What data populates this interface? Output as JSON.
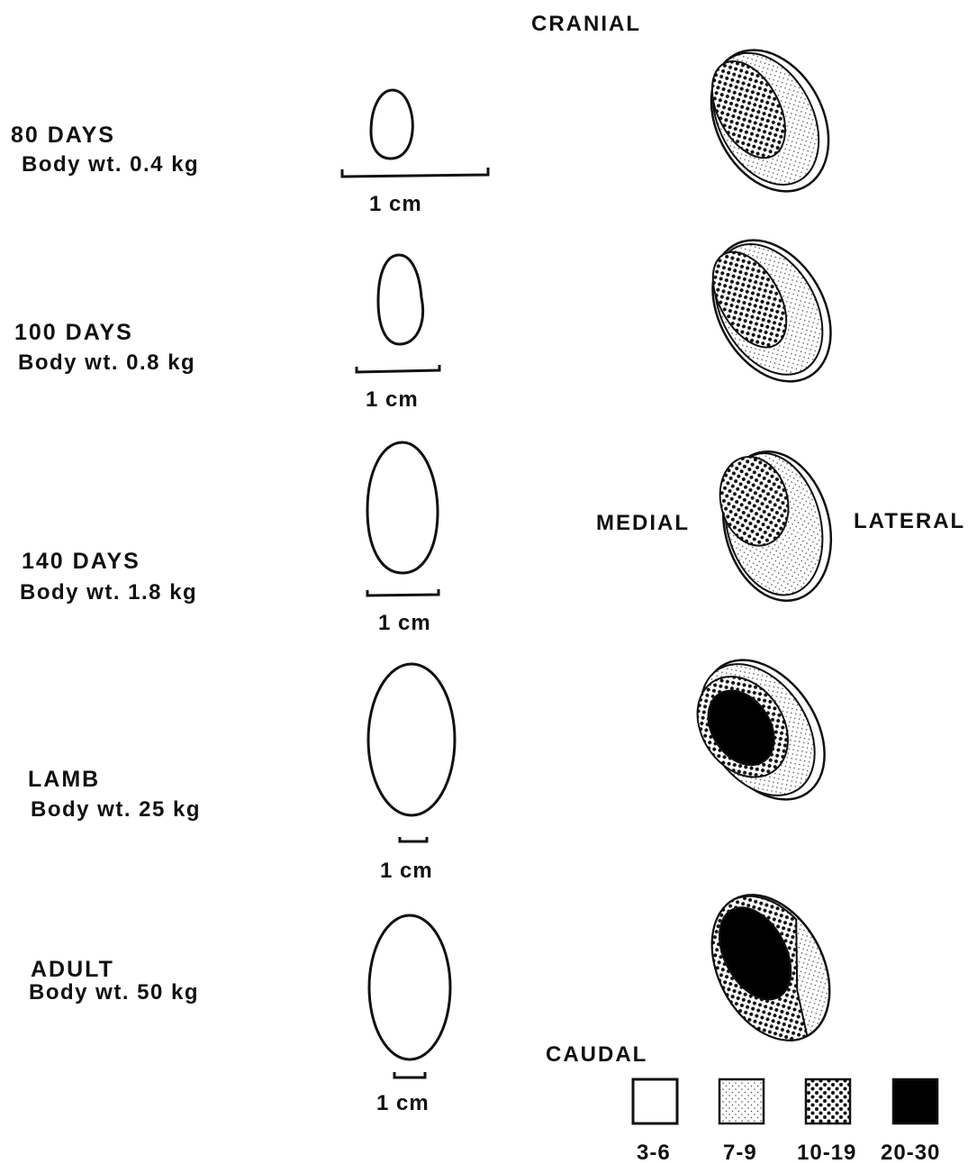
{
  "orientation": {
    "cranial": "CRANIAL",
    "caudal": "CAUDAL",
    "medial": "MEDIAL",
    "lateral": "LATERAL"
  },
  "stages": [
    {
      "name": "80 DAYS",
      "weight": "Body wt. 0.4 kg",
      "scale_label": "1 cm",
      "map_level": "7-9 with 10-19 core"
    },
    {
      "name": "100 DAYS",
      "weight": "Body wt. 0.8 kg",
      "scale_label": "1 cm",
      "map_level": "7-9 with 10-19 core"
    },
    {
      "name": "140 DAYS",
      "weight": "Body wt. 1.8 kg",
      "scale_label": "1 cm",
      "map_level": "7-9 with 10-19 core"
    },
    {
      "name": "LAMB",
      "weight": "Body wt. 25 kg",
      "scale_label": "1 cm",
      "map_level": "10-19 with 20-30 core"
    },
    {
      "name": "ADULT",
      "weight": "Body wt. 50 kg",
      "scale_label": "1 cm",
      "map_level": "10-19 with 20-30 core"
    }
  ],
  "legend": [
    {
      "label": "3-6",
      "pattern": "blank"
    },
    {
      "label": "7-9",
      "pattern": "fine-stipple"
    },
    {
      "label": "10-19",
      "pattern": "coarse-dots"
    },
    {
      "label": "20-30",
      "pattern": "solid-black"
    }
  ],
  "colors": {
    "ink": "#111111",
    "paper": "#ffffff"
  }
}
